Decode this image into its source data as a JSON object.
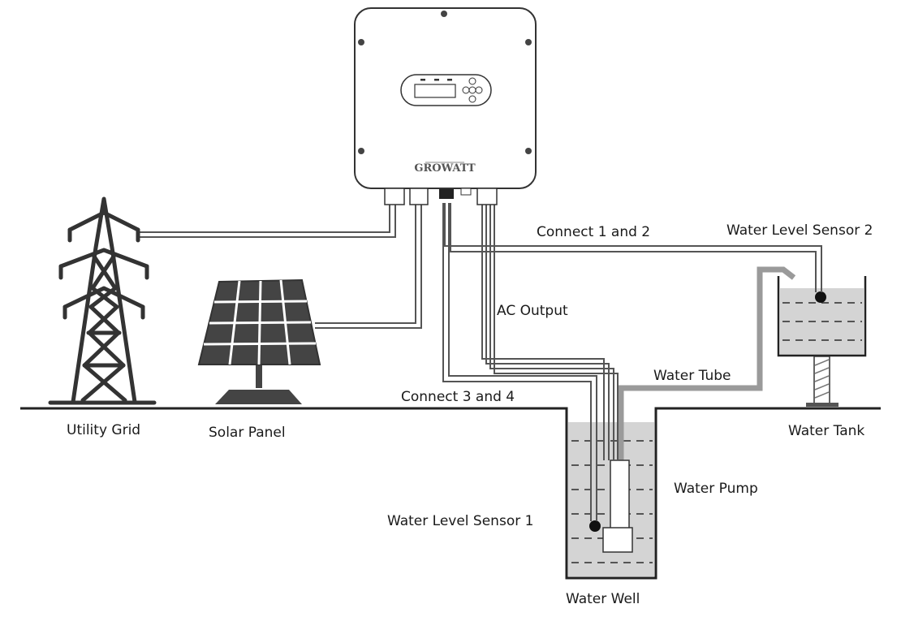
{
  "labels": {
    "utility_grid": "Utility Grid",
    "solar_panel": "Solar Panel",
    "water_well": "Water Well",
    "water_tank": "Water Tank",
    "water_pump": "Water Pump",
    "water_tube": "Water Tube",
    "ac_output": "AC Output",
    "connect_1_2": "Connect 1 and 2",
    "connect_3_4": "Connect 3 and 4",
    "level_sensor_1": "Water Level Sensor 1",
    "level_sensor_2": "Water Level Sensor 2"
  },
  "inverter": {
    "brand": "Growatt"
  },
  "colors": {
    "line": "#222222",
    "water": "#d4d4d4",
    "tube": "#9a9a9a",
    "wire": "#555555"
  }
}
